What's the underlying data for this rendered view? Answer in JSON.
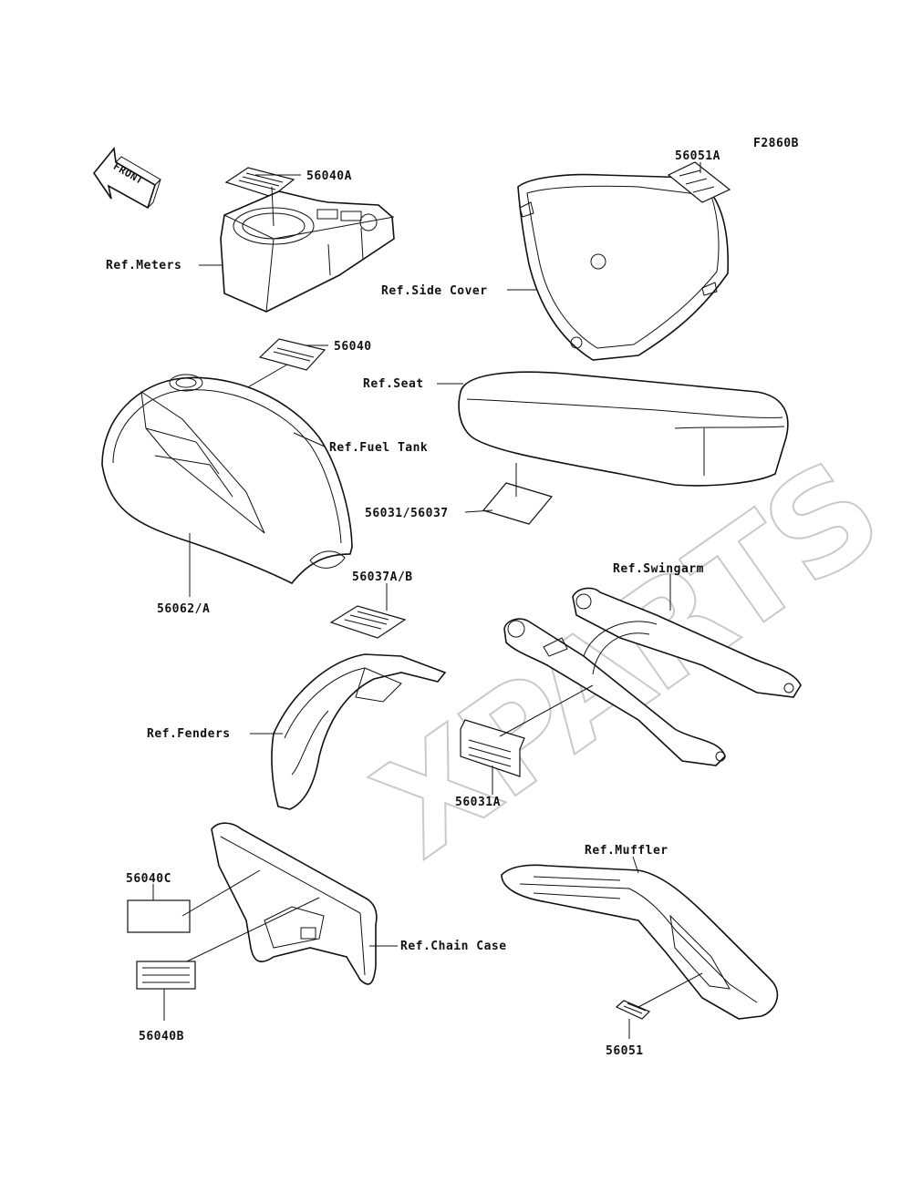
{
  "figure_code": "F2860B",
  "front_label": "FRONT",
  "watermark": "XPARTS",
  "labels": {
    "p56040A": "56040A",
    "ref_meters": "Ref.Meters",
    "p56040": "56040",
    "ref_fuel_tank": "Ref.Fuel Tank",
    "p56062A": "56062/A",
    "p56051A": "56051A",
    "ref_side_cover": "Ref.Side Cover",
    "ref_seat": "Ref.Seat",
    "p56031_56037": "56031/56037",
    "p56037AB": "56037A/B",
    "ref_swingarm": "Ref.Swingarm",
    "ref_fenders": "Ref.Fenders",
    "p56031A": "56031A",
    "p56040C": "56040C",
    "ref_chain_case": "Ref.Chain Case",
    "p56040B": "56040B",
    "ref_muffler": "Ref.Muffler",
    "p56051": "56051"
  },
  "colors": {
    "line": "#111111",
    "watermark": "#c9c9c9"
  }
}
